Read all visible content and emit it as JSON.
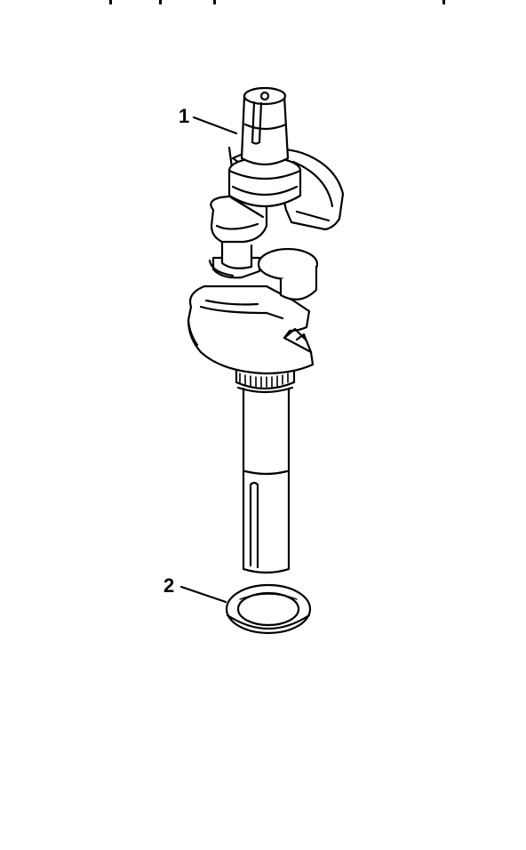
{
  "callouts": [
    {
      "number": "1",
      "part": "crankshaft"
    },
    {
      "number": "2",
      "part": "thrust-washer"
    }
  ],
  "colors": {
    "ink": "#000000",
    "paper": "#ffffff"
  }
}
